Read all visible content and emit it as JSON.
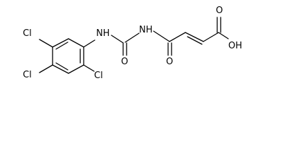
{
  "molecule": {
    "atoms": {
      "cl_top": "Cl",
      "cl_left": "Cl",
      "cl_right": "Cl",
      "nh_aryl": "NH",
      "nh_imide": "NH",
      "o_urea": "O",
      "o_amide": "O",
      "o_acid": "O",
      "oh_acid": "OH"
    }
  }
}
